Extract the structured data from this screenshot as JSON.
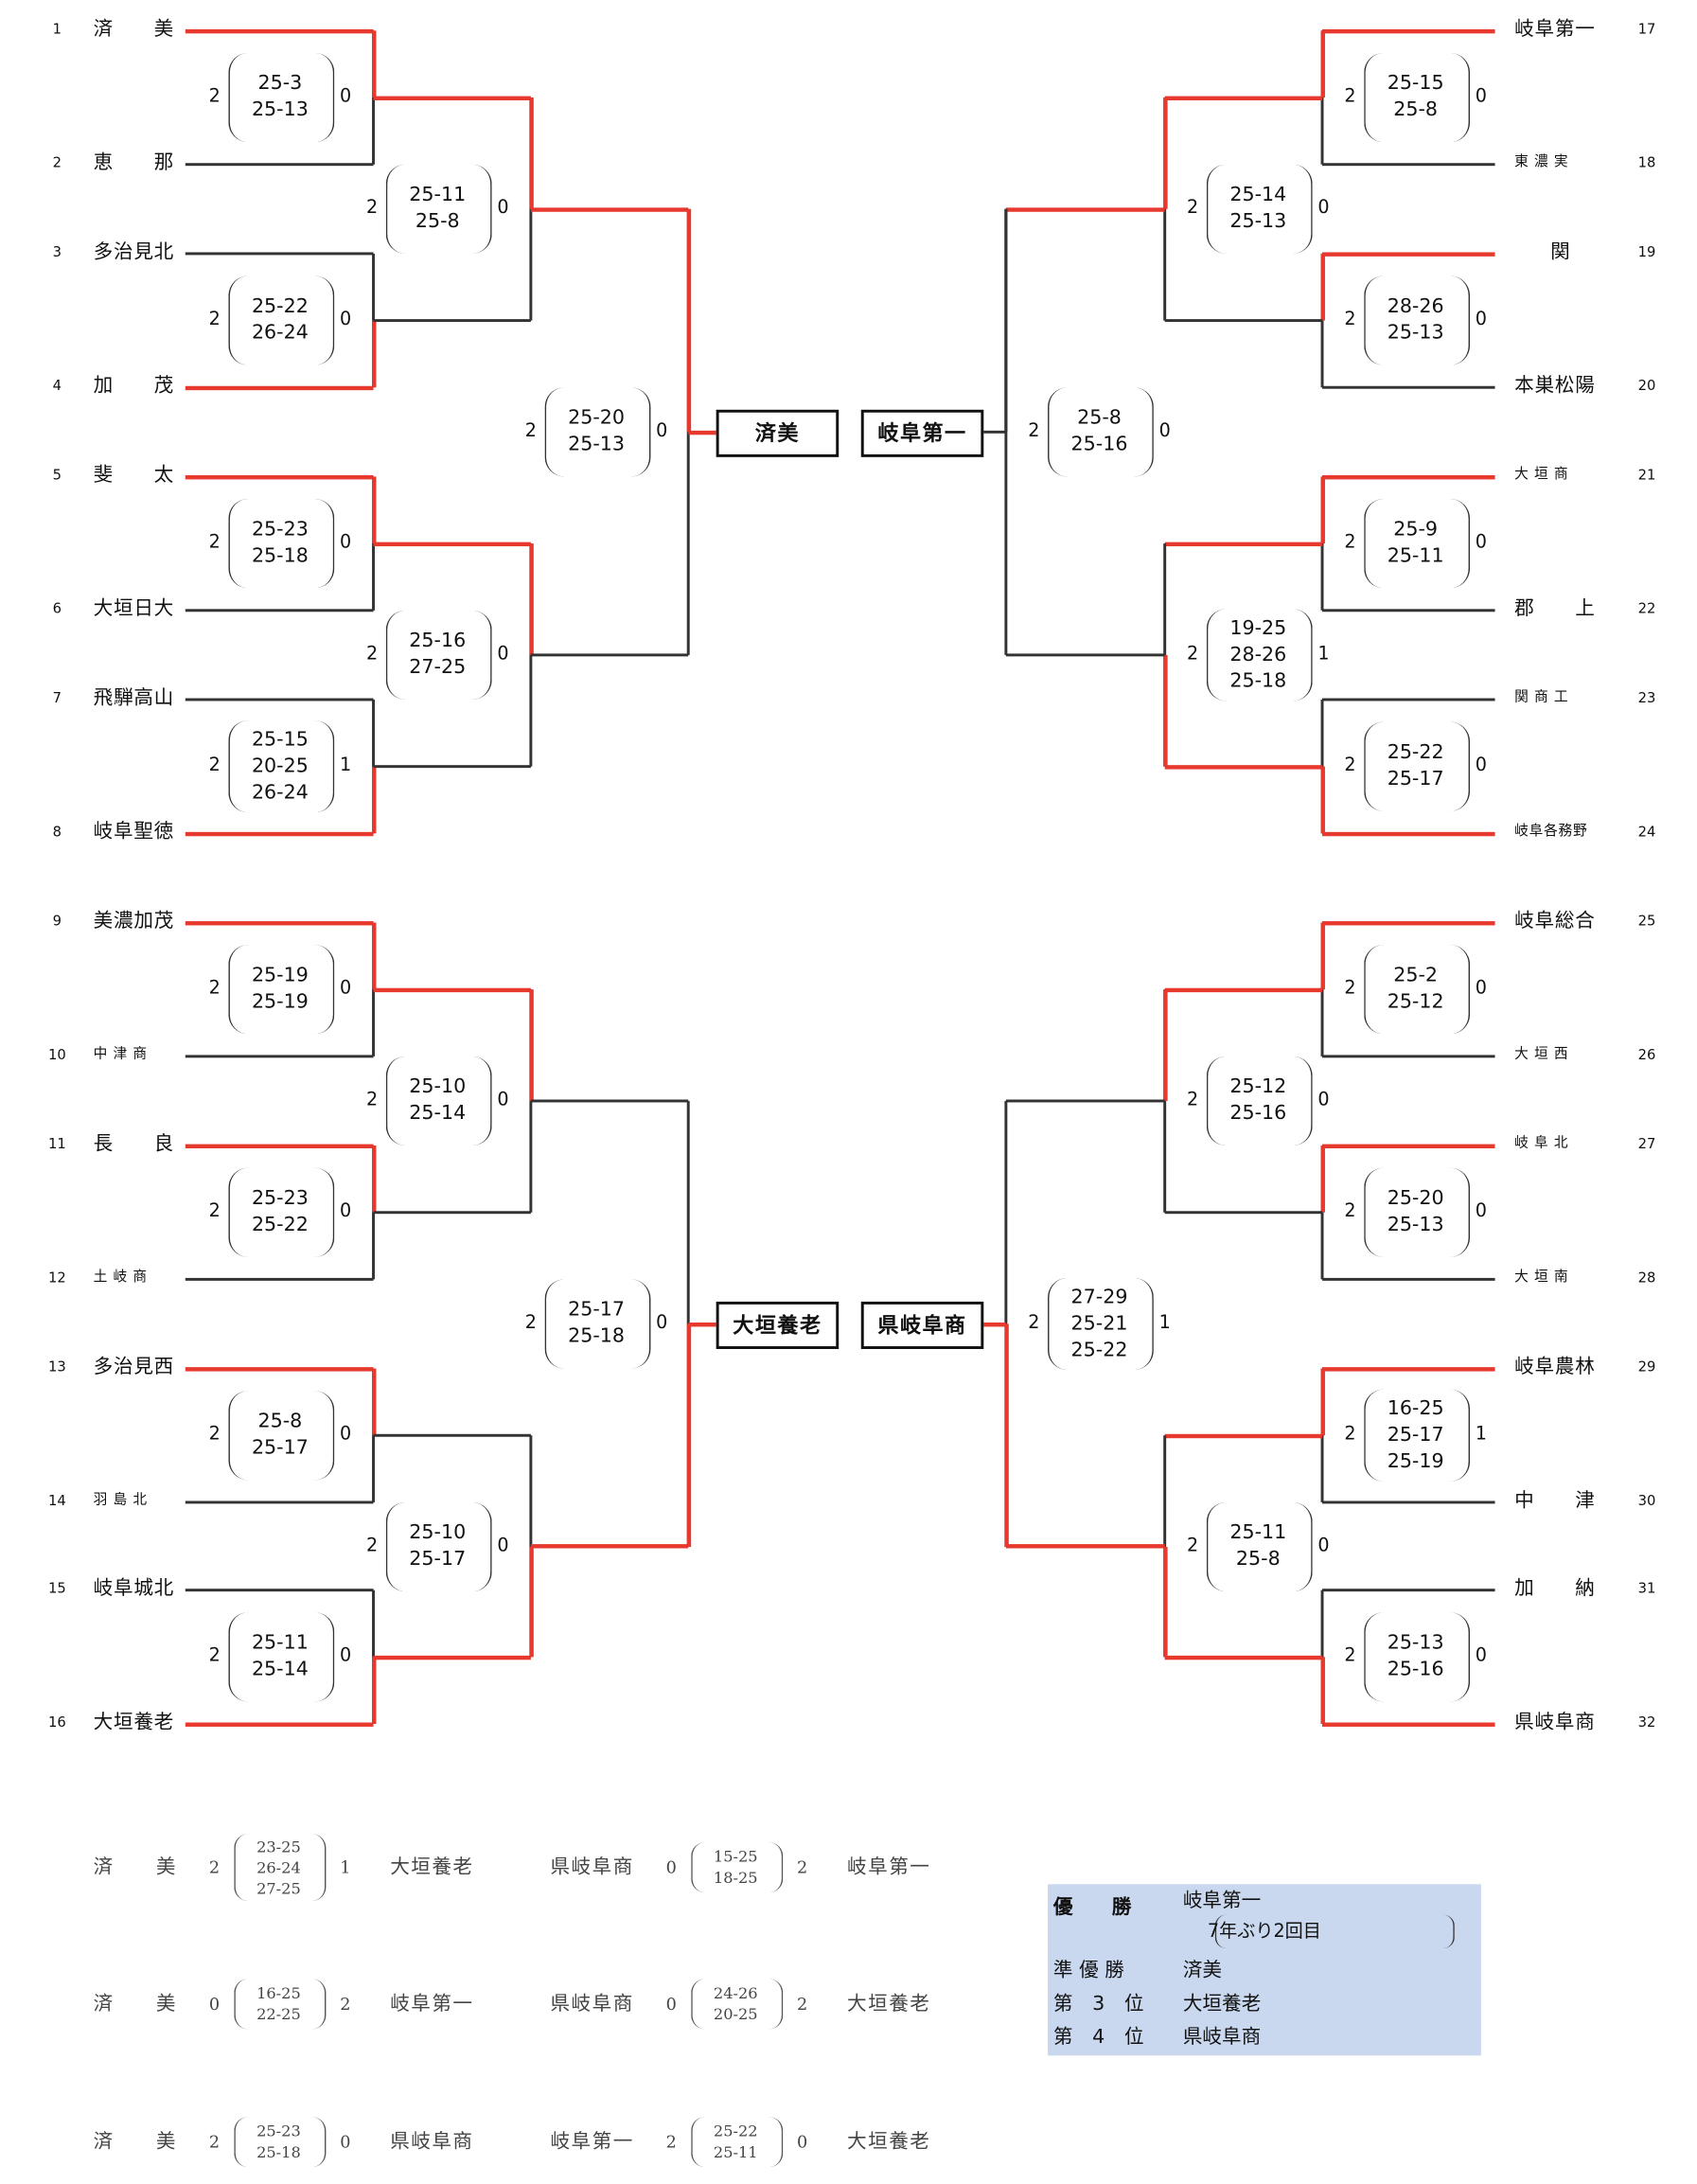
{
  "teams": {
    "1": "済　　美",
    "2": "恵　　那",
    "3": "多治見北",
    "4": "加　　茂",
    "5": "斐　　太",
    "6": "大垣日大",
    "7": "飛騨高山",
    "8": "岐阜聖徳",
    "9": "美濃加茂",
    "10": "中 津 商",
    "11": "長　　良",
    "12": "土 岐 商",
    "13": "多治見西",
    "14": "羽 島 北",
    "15": "岐阜城北",
    "16": "大垣養老",
    "17": "岐阜第一",
    "18": "東 濃 実",
    "19": "関",
    "20": "本巣松陽",
    "21": "大 垣 商",
    "22": "郡　　上",
    "23": "関 商 工",
    "24": "岐阜各務野",
    "25": "岐阜総合",
    "26": "大 垣 西",
    "27": "岐 阜 北",
    "28": "大 垣 南",
    "29": "岐阜農林",
    "30": "中　　津",
    "31": "加　　納",
    "32": "県岐阜商"
  },
  "matches": {
    "L1": {
      "w": "2",
      "sets": [
        "25-3",
        "25-13"
      ],
      "l": "0"
    },
    "L2": {
      "w": "2",
      "sets": [
        "25-22",
        "26-24"
      ],
      "l": "0"
    },
    "L3": {
      "w": "2",
      "sets": [
        "25-23",
        "25-18"
      ],
      "l": "0"
    },
    "L4": {
      "w": "2",
      "sets": [
        "25-15",
        "20-25",
        "26-24"
      ],
      "l": "1"
    },
    "L5": {
      "w": "2",
      "sets": [
        "25-19",
        "25-19"
      ],
      "l": "0"
    },
    "L6": {
      "w": "2",
      "sets": [
        "25-23",
        "25-22"
      ],
      "l": "0"
    },
    "L7": {
      "w": "2",
      "sets": [
        "25-8",
        "25-17"
      ],
      "l": "0"
    },
    "L8": {
      "w": "2",
      "sets": [
        "25-11",
        "25-14"
      ],
      "l": "0"
    },
    "L9": {
      "w": "2",
      "sets": [
        "25-11",
        "25-8"
      ],
      "l": "0"
    },
    "L10": {
      "w": "2",
      "sets": [
        "25-16",
        "27-25"
      ],
      "l": "0"
    },
    "L11": {
      "w": "2",
      "sets": [
        "25-10",
        "25-14"
      ],
      "l": "0"
    },
    "L12": {
      "w": "2",
      "sets": [
        "25-10",
        "25-17"
      ],
      "l": "0"
    },
    "L13": {
      "w": "2",
      "sets": [
        "25-20",
        "25-13"
      ],
      "l": "0"
    },
    "L14": {
      "w": "2",
      "sets": [
        "25-17",
        "25-18"
      ],
      "l": "0"
    },
    "R1": {
      "w": "2",
      "sets": [
        "25-15",
        "25-8"
      ],
      "l": "0"
    },
    "R2": {
      "w": "2",
      "sets": [
        "28-26",
        "25-13"
      ],
      "l": "0"
    },
    "R3": {
      "w": "2",
      "sets": [
        "25-9",
        "25-11"
      ],
      "l": "0"
    },
    "R4": {
      "w": "2",
      "sets": [
        "25-22",
        "25-17"
      ],
      "l": "0"
    },
    "R5": {
      "w": "2",
      "sets": [
        "25-2",
        "25-12"
      ],
      "l": "0"
    },
    "R6": {
      "w": "2",
      "sets": [
        "25-20",
        "25-13"
      ],
      "l": "0"
    },
    "R7": {
      "w": "2",
      "sets": [
        "16-25",
        "25-17",
        "25-19"
      ],
      "l": "1"
    },
    "R8": {
      "w": "2",
      "sets": [
        "25-13",
        "25-16"
      ],
      "l": "0"
    },
    "R9": {
      "w": "2",
      "sets": [
        "25-14",
        "25-13"
      ],
      "l": "0"
    },
    "R10": {
      "w": "2",
      "sets": [
        "19-25",
        "28-26",
        "25-18"
      ],
      "l": "1"
    },
    "R11": {
      "w": "2",
      "sets": [
        "25-12",
        "25-16"
      ],
      "l": "0"
    },
    "R12": {
      "w": "2",
      "sets": [
        "25-11",
        "25-8"
      ],
      "l": "0"
    },
    "R13": {
      "w": "2",
      "sets": [
        "25-8",
        "25-16"
      ],
      "l": "0"
    },
    "R14": {
      "w": "2",
      "sets": [
        "27-29",
        "25-21",
        "25-22"
      ],
      "l": "1"
    }
  },
  "finalists": {
    "top_left": "済美",
    "top_right": "岐阜第一",
    "bottom_left": "大垣養老",
    "bottom_right": "県岐阜商"
  },
  "final_league": [
    {
      "a": "済　　美",
      "as": "2",
      "sets": [
        "23-25",
        "26-24",
        "27-25"
      ],
      "bs": "1",
      "b": "大垣養老"
    },
    {
      "a": "県岐阜商",
      "as": "0",
      "sets": [
        "15-25",
        "18-25"
      ],
      "bs": "2",
      "b": "岐阜第一"
    },
    {
      "a": "済　　美",
      "as": "0",
      "sets": [
        "16-25",
        "22-25"
      ],
      "bs": "2",
      "b": "岐阜第一"
    },
    {
      "a": "県岐阜商",
      "as": "0",
      "sets": [
        "24-26",
        "20-25"
      ],
      "bs": "2",
      "b": "大垣養老"
    },
    {
      "a": "済　　美",
      "as": "2",
      "sets": [
        "25-23",
        "25-18"
      ],
      "bs": "0",
      "b": "県岐阜商"
    },
    {
      "a": "岐阜第一",
      "as": "2",
      "sets": [
        "25-22",
        "25-11"
      ],
      "bs": "0",
      "b": "大垣養老"
    }
  ],
  "standings": {
    "champion_label": "優　　勝",
    "champion": "岐阜第一",
    "champion_note": "7年ぶり2回目",
    "runner_up_label": "準 優 勝",
    "runner_up": "済美",
    "third_label": "第　3　位",
    "third": "大垣養老",
    "fourth_label": "第　4　位",
    "fourth": "県岐阜商"
  },
  "colors": {
    "winner_line": "#e8392f",
    "loser_line": "#333333",
    "panel": "#c9d8ef"
  }
}
